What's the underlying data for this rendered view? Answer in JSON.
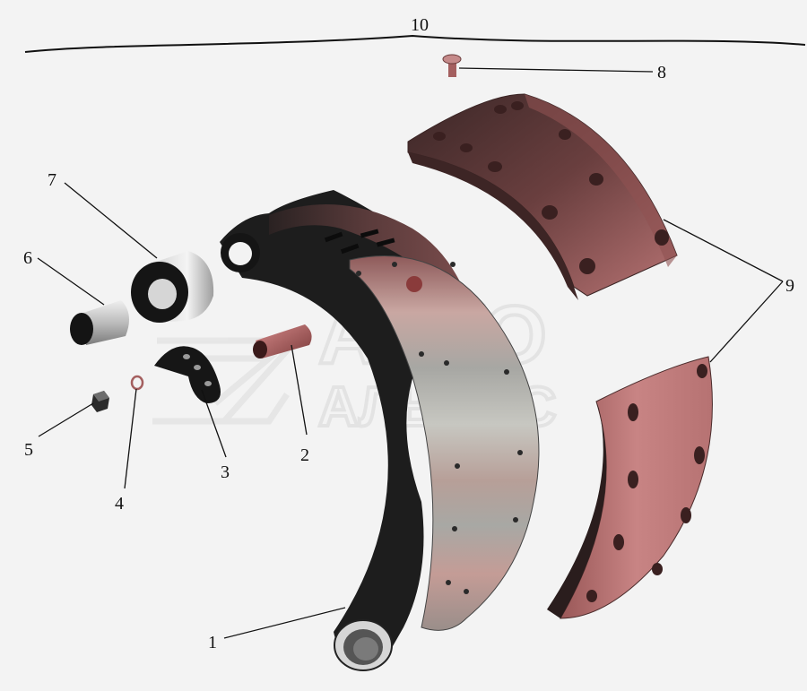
{
  "diagram": {
    "callouts": [
      {
        "id": "1",
        "label": "1"
      },
      {
        "id": "2",
        "label": "2"
      },
      {
        "id": "3",
        "label": "3"
      },
      {
        "id": "4",
        "label": "4"
      },
      {
        "id": "5",
        "label": "5"
      },
      {
        "id": "6",
        "label": "6"
      },
      {
        "id": "7",
        "label": "7"
      },
      {
        "id": "8",
        "label": "8"
      },
      {
        "id": "9",
        "label": "9"
      },
      {
        "id": "10",
        "label": "10"
      }
    ],
    "watermark": {
      "line1": "АВТО",
      "line2": "АЛЬЯНС"
    },
    "colors": {
      "background": "#f3f3f3",
      "lining": "#c07878",
      "lining_dark": "#6e3636",
      "shoe_dark": "#1d1d1d",
      "shoe_face": "#b5b5ae",
      "line": "#111111"
    }
  }
}
